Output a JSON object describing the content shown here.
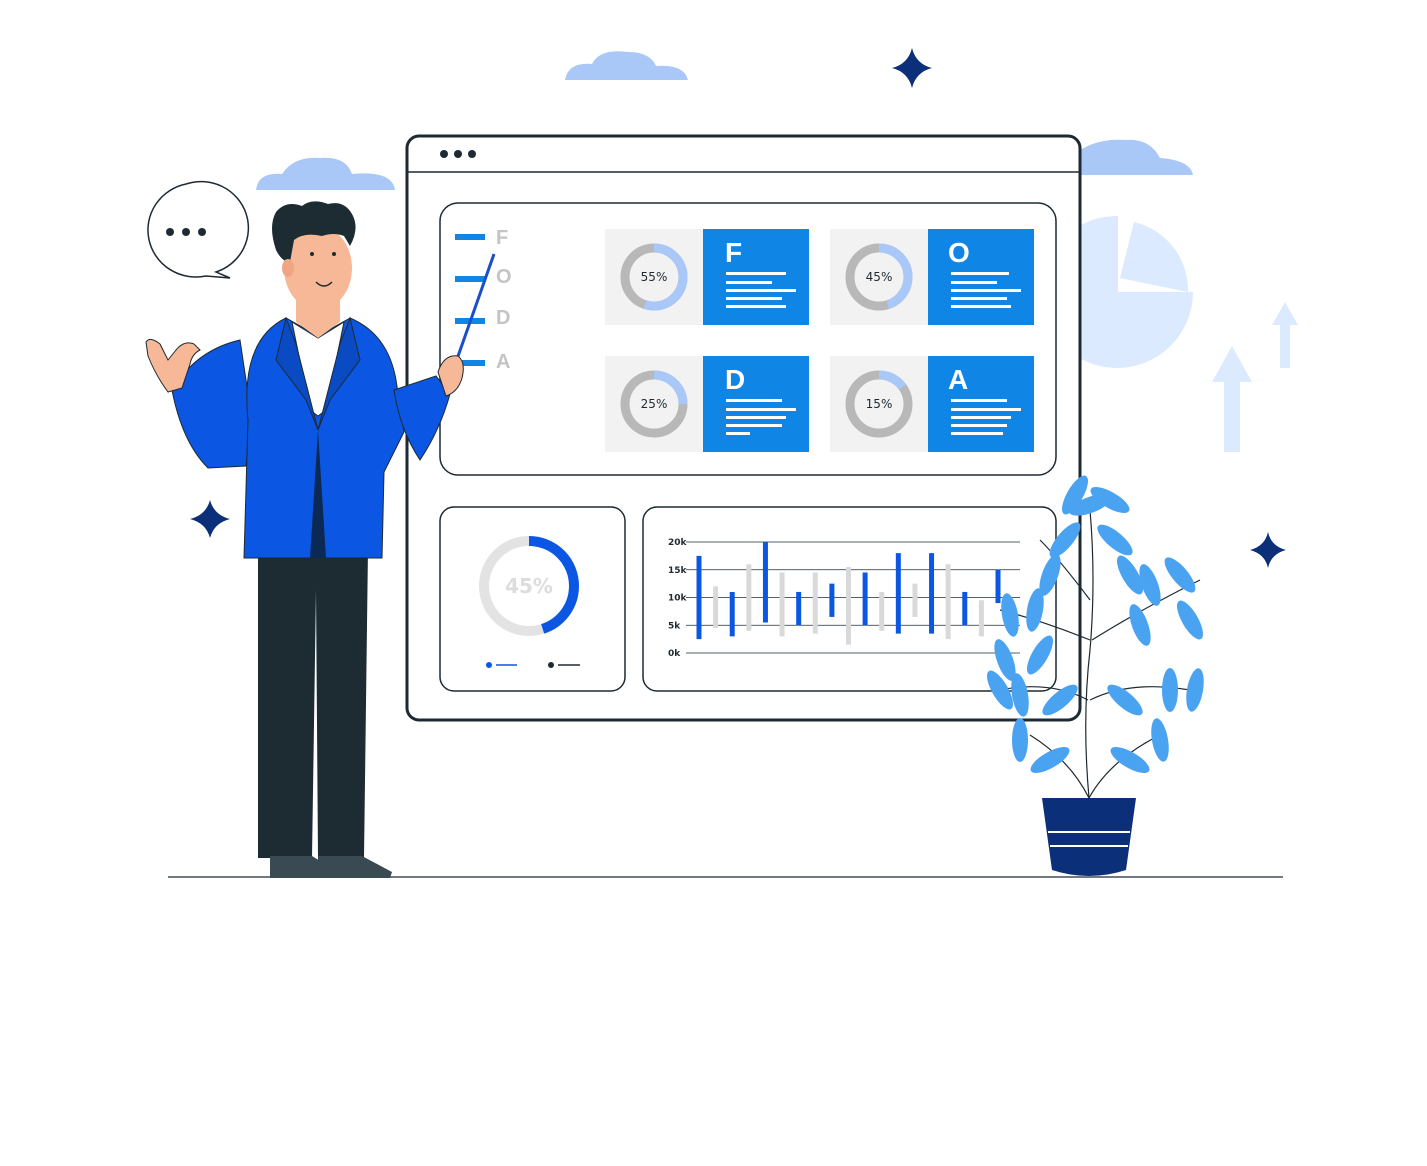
{
  "colors": {
    "blue": "#0b57e3",
    "accent": "#0f86e6",
    "navy": "#0c2f7a",
    "cloud": "#a9c8f8",
    "light": "#dbeafe",
    "leaf": "#4aa3f0",
    "dark": "#1e2a33",
    "gray": "#b8b8b8"
  },
  "browser": {
    "dots_icon": "three-dots-icon"
  },
  "legend": [
    {
      "letter": "F"
    },
    {
      "letter": "O"
    },
    {
      "letter": "D"
    },
    {
      "letter": "A"
    }
  ],
  "cards": [
    {
      "letter": "F",
      "percent_label": "55%",
      "fraction": 0.55
    },
    {
      "letter": "O",
      "percent_label": "45%",
      "fraction": 0.45
    },
    {
      "letter": "D",
      "percent_label": "25%",
      "fraction": 0.25
    },
    {
      "letter": "A",
      "percent_label": "15%",
      "fraction": 0.15
    }
  ],
  "big_donut": {
    "percent_label": "45%",
    "fraction": 0.45
  },
  "chart_data": {
    "type": "bar",
    "yticks": [
      "20k",
      "15k",
      "10k",
      "5k",
      "0k"
    ],
    "ylim": [
      0,
      20000
    ],
    "ranges": [
      {
        "low": 2500,
        "high": 17500,
        "highlight": true
      },
      {
        "low": 4500,
        "high": 12000,
        "highlight": false
      },
      {
        "low": 3000,
        "high": 11000,
        "highlight": true
      },
      {
        "low": 4000,
        "high": 16000,
        "highlight": false
      },
      {
        "low": 5500,
        "high": 20000,
        "highlight": true
      },
      {
        "low": 3000,
        "high": 14500,
        "highlight": false
      },
      {
        "low": 5000,
        "high": 11000,
        "highlight": true
      },
      {
        "low": 3500,
        "high": 14500,
        "highlight": false
      },
      {
        "low": 6500,
        "high": 12500,
        "highlight": true
      },
      {
        "low": 1500,
        "high": 15500,
        "highlight": false
      },
      {
        "low": 5000,
        "high": 14500,
        "highlight": true
      },
      {
        "low": 4000,
        "high": 11000,
        "highlight": false
      },
      {
        "low": 3500,
        "high": 18000,
        "highlight": true
      },
      {
        "low": 6500,
        "high": 12500,
        "highlight": false
      },
      {
        "low": 3500,
        "high": 18000,
        "highlight": true
      },
      {
        "low": 2500,
        "high": 16000,
        "highlight": false
      },
      {
        "low": 5000,
        "high": 11000,
        "highlight": true
      },
      {
        "low": 3000,
        "high": 9500,
        "highlight": false
      },
      {
        "low": 9000,
        "high": 15000,
        "highlight": true
      }
    ]
  }
}
